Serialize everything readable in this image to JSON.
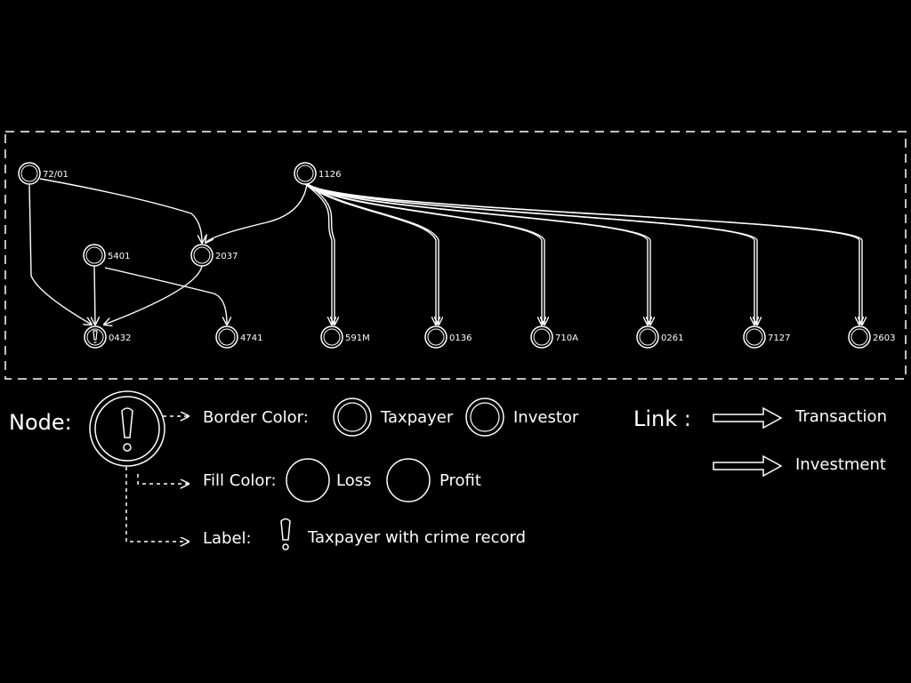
{
  "colors": {
    "background": "#000000",
    "stroke": "#ffffff"
  },
  "graph": {
    "nodes": [
      {
        "id": "n1",
        "label": "72/01",
        "crime": false
      },
      {
        "id": "n2",
        "label": "1126",
        "crime": false
      },
      {
        "id": "n3",
        "label": "5401",
        "crime": false
      },
      {
        "id": "n4",
        "label": "2037",
        "crime": false
      },
      {
        "id": "n5",
        "label": "0432",
        "crime": true
      },
      {
        "id": "n6",
        "label": "4741",
        "crime": false
      },
      {
        "id": "n7",
        "label": "591M",
        "crime": false
      },
      {
        "id": "n8",
        "label": "0136",
        "crime": false
      },
      {
        "id": "n9",
        "label": "710A",
        "crime": false
      },
      {
        "id": "n10",
        "label": "0261",
        "crime": false
      },
      {
        "id": "n11",
        "label": "7127",
        "crime": false
      },
      {
        "id": "n12",
        "label": "2603",
        "crime": false
      }
    ],
    "links": [
      {
        "from": "n1",
        "to": "n5",
        "type": "transaction"
      },
      {
        "from": "n1",
        "to": "n4",
        "type": "transaction"
      },
      {
        "from": "n3",
        "to": "n5",
        "type": "transaction"
      },
      {
        "from": "n3",
        "to": "n6",
        "type": "transaction"
      },
      {
        "from": "n4",
        "to": "n5",
        "type": "transaction"
      },
      {
        "from": "n2",
        "to": "n4",
        "type": "transaction"
      },
      {
        "from": "n2",
        "to": "n7",
        "type": "investment"
      },
      {
        "from": "n2",
        "to": "n8",
        "type": "investment"
      },
      {
        "from": "n2",
        "to": "n9",
        "type": "investment"
      },
      {
        "from": "n2",
        "to": "n10",
        "type": "investment"
      },
      {
        "from": "n2",
        "to": "n11",
        "type": "investment"
      },
      {
        "from": "n2",
        "to": "n12",
        "type": "investment"
      }
    ]
  },
  "legend": {
    "node_heading": "Node:",
    "border_color_label": "Border Color:",
    "taxpayer": "Taxpayer",
    "investor": "Investor",
    "fill_color_label": "Fill Color:",
    "loss": "Loss",
    "profit": "Profit",
    "label_label": "Label:",
    "crime_record": "Taxpayer with crime record",
    "link_heading": "Link :",
    "transaction": "Transaction",
    "investment": "Investment"
  }
}
